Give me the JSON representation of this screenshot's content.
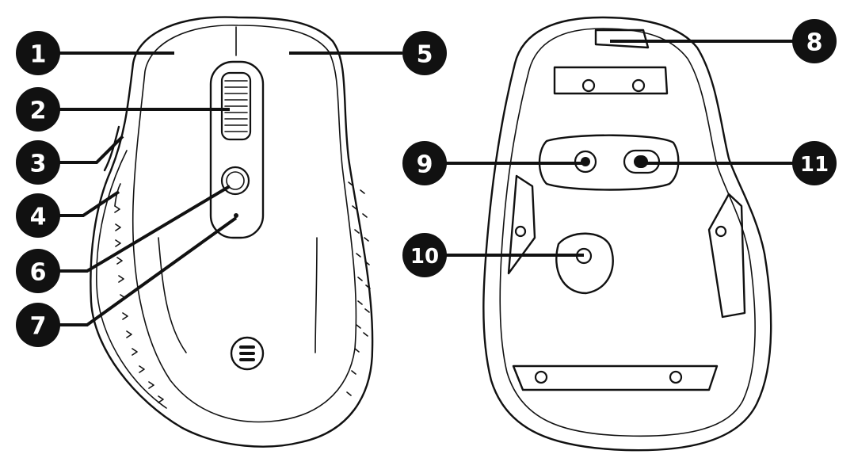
{
  "figure": {
    "views": [
      {
        "id": "top-view"
      },
      {
        "id": "bottom-view"
      }
    ],
    "callouts": [
      {
        "label": "1"
      },
      {
        "label": "2"
      },
      {
        "label": "3"
      },
      {
        "label": "4"
      },
      {
        "label": "5"
      },
      {
        "label": "6"
      },
      {
        "label": "7"
      },
      {
        "label": "8"
      },
      {
        "label": "9"
      },
      {
        "label": "10"
      },
      {
        "label": "11"
      }
    ]
  }
}
